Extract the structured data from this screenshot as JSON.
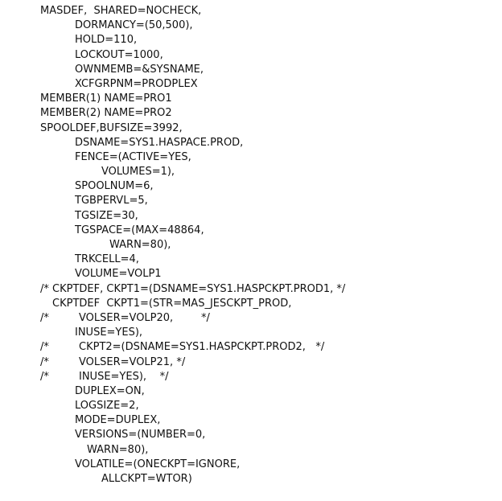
{
  "document": {
    "lines": [
      {
        "segments": [
          "MASDEF,  SHARED=NOCHECK,"
        ]
      },
      {
        "segments": [
          "DORMANCY=(50,500),"
        ]
      },
      {
        "segments": [
          "HOLD=110,"
        ]
      },
      {
        "segments": [
          "LOCKOUT=1000,"
        ]
      },
      {
        "segments": [
          "OWNMEMB=&SYSNAME,"
        ]
      },
      {
        "segments": [
          "XCFGRPNM=PRODPLEX"
        ]
      },
      {
        "segments": [
          "MEMBER(1) NAME=PRO1"
        ]
      },
      {
        "segments": [
          "MEMBER(2) NAME=PRO2"
        ]
      },
      {
        "segments": [
          "SPOOLDEF,BUFSIZE=3992,"
        ]
      },
      {
        "segments": [
          "DSNAME=SYS1.HASPACE.PROD,"
        ]
      },
      {
        "segments": [
          "FENCE=(ACTIVE=YES,"
        ]
      },
      {
        "segments": [
          "VOLUMES=1),"
        ]
      },
      {
        "segments": [
          "SPOOLNUM=6,"
        ]
      },
      {
        "segments": [
          "TGBPERVL=5,"
        ]
      },
      {
        "segments": [
          "TGSIZE=30,"
        ]
      },
      {
        "segments": [
          "TGSPACE=(MAX=48864,"
        ]
      },
      {
        "segments": [
          "WARN=80),"
        ]
      },
      {
        "segments": [
          "TRKCELL=4,"
        ]
      },
      {
        "segments": [
          "VOLUME=VOLP1"
        ]
      },
      {
        "segments": [
          "/* CKPTDEF, CKPT1=(DSNAME=SYS1.HASPCKPT.PROD1, */"
        ]
      },
      {
        "segments": [
          "CKPTDEF  CKPT1=(STR=MAS_JESCKPT_PROD,"
        ]
      },
      {
        "segments": [
          "/*",
          "VOLSER=VOLP20,",
          "*/"
        ]
      },
      {
        "segments": [
          "INUSE=YES),"
        ]
      },
      {
        "segments": [
          "/*",
          "CKPT2=(DSNAME=SYS1.HASPCKPT.PROD2,   */"
        ]
      },
      {
        "segments": [
          "/*",
          "VOLSER=VOLP21, */"
        ]
      },
      {
        "segments": [
          "/*",
          "INUSE=YES),    */"
        ]
      },
      {
        "segments": [
          "DUPLEX=ON,"
        ]
      },
      {
        "segments": [
          "LOGSIZE=2,"
        ]
      },
      {
        "segments": [
          "MODE=DUPLEX,"
        ]
      },
      {
        "segments": [
          "VERSIONS=(NUMBER=0,"
        ]
      },
      {
        "segments": [
          "WARN=80),"
        ]
      },
      {
        "segments": [
          "VOLATILE=(ONECKPT=IGNORE,"
        ]
      },
      {
        "segments": [
          "ALLCKPT=WTOR)"
        ]
      }
    ]
  }
}
